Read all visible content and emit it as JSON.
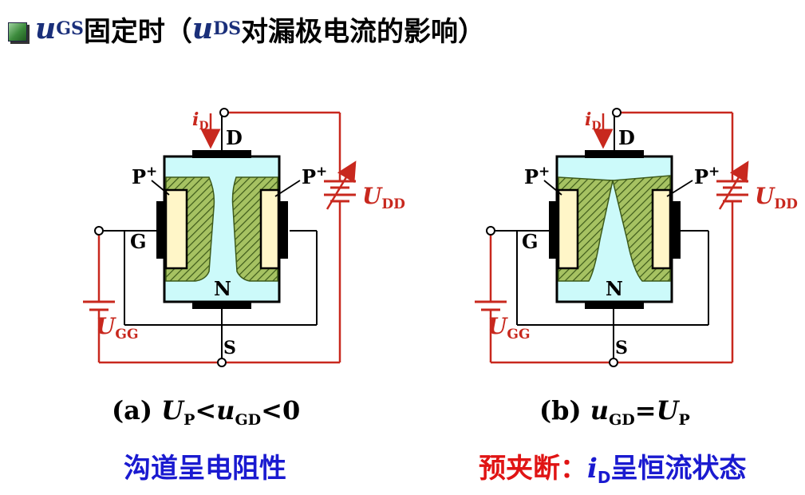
{
  "title": {
    "var": "u",
    "sub": "GS",
    "text1": "固定时（",
    "var2": "u",
    "sub2": "DS",
    "text2": "对漏极电流的影响）"
  },
  "labels": {
    "drain_current": "i",
    "drain_current_sub": "D",
    "drain": "D",
    "source": "S",
    "gate": "G",
    "p_region": "P",
    "p_sup": "+",
    "n_channel": "N",
    "udd": "U",
    "udd_sub": "DD",
    "ugg": "U",
    "ugg_sub": "GG"
  },
  "captions": {
    "a": {
      "prefix": "(a) ",
      "up": "U",
      "up_sub": "P",
      "lt1": "<",
      "ugd": "u",
      "ugd_sub": "GD",
      "lt2": "<",
      "zero": "0"
    },
    "b": {
      "prefix": "(b) ",
      "ugd": "u",
      "ugd_sub": "GD",
      "eq": "=",
      "up": "U",
      "up_sub": "P"
    }
  },
  "notes": {
    "a": "沟道呈电阻性",
    "b_prefix": "预夹断：",
    "b_var": "i",
    "b_sub": "D",
    "b_suffix": "呈恒流状态"
  },
  "colors": {
    "title_var": "#1a2f7a",
    "wire": "#c8281e",
    "channel": "#ccfafa",
    "depletion": "#8fb04e",
    "p_region": "#fff6c8",
    "note_a": "#1a1ad0",
    "note_b": "#e01414"
  }
}
